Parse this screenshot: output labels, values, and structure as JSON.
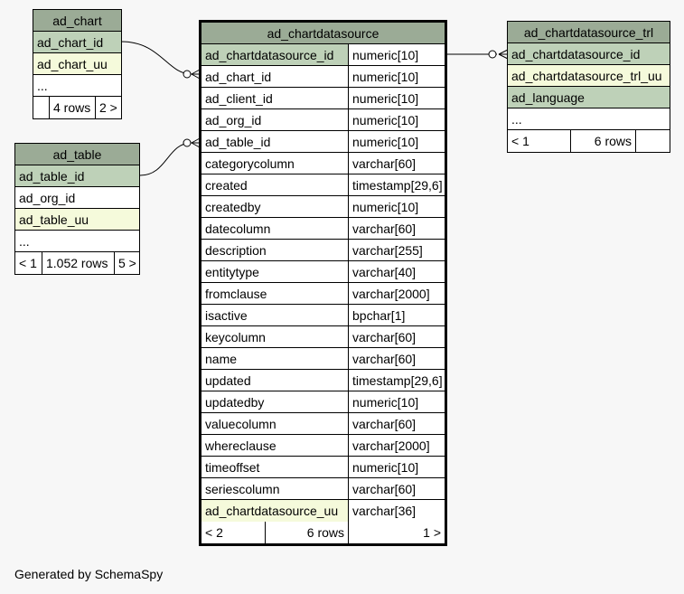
{
  "tables": {
    "ad_chart": {
      "title": "ad_chart",
      "rows": [
        "ad_chart_id",
        "ad_chart_uu",
        "..."
      ],
      "footer": [
        "",
        "4 rows",
        "2 >"
      ]
    },
    "ad_table": {
      "title": "ad_table",
      "rows": [
        "ad_table_id",
        "ad_org_id",
        "ad_table_uu",
        "..."
      ],
      "footer": [
        "< 1",
        "1.052 rows",
        "5 >"
      ]
    },
    "ad_chartdatasource": {
      "title": "ad_chartdatasource",
      "columns": [
        {
          "name": "ad_chartdatasource_id",
          "type": "numeric[10]"
        },
        {
          "name": "ad_chart_id",
          "type": "numeric[10]"
        },
        {
          "name": "ad_client_id",
          "type": "numeric[10]"
        },
        {
          "name": "ad_org_id",
          "type": "numeric[10]"
        },
        {
          "name": "ad_table_id",
          "type": "numeric[10]"
        },
        {
          "name": "categorycolumn",
          "type": "varchar[60]"
        },
        {
          "name": "created",
          "type": "timestamp[29,6]"
        },
        {
          "name": "createdby",
          "type": "numeric[10]"
        },
        {
          "name": "datecolumn",
          "type": "varchar[60]"
        },
        {
          "name": "description",
          "type": "varchar[255]"
        },
        {
          "name": "entitytype",
          "type": "varchar[40]"
        },
        {
          "name": "fromclause",
          "type": "varchar[2000]"
        },
        {
          "name": "isactive",
          "type": "bpchar[1]"
        },
        {
          "name": "keycolumn",
          "type": "varchar[60]"
        },
        {
          "name": "name",
          "type": "varchar[60]"
        },
        {
          "name": "updated",
          "type": "timestamp[29,6]"
        },
        {
          "name": "updatedby",
          "type": "numeric[10]"
        },
        {
          "name": "valuecolumn",
          "type": "varchar[60]"
        },
        {
          "name": "whereclause",
          "type": "varchar[2000]"
        },
        {
          "name": "timeoffset",
          "type": "numeric[10]"
        },
        {
          "name": "seriescolumn",
          "type": "varchar[60]"
        },
        {
          "name": "ad_chartdatasource_uu",
          "type": "varchar[36]"
        }
      ],
      "footer": [
        "< 2",
        "6 rows",
        "1 >"
      ]
    },
    "ad_chartdatasource_trl": {
      "title": "ad_chartdatasource_trl",
      "rows": [
        "ad_chartdatasource_id",
        "ad_chartdatasource_trl_uu",
        "ad_language",
        "..."
      ],
      "footer": [
        "< 1",
        "6 rows",
        ""
      ]
    }
  },
  "colors": {
    "title": "#9bab96",
    "primary_key": "#bed1b8",
    "indexed": "#f5fadb",
    "background": "#f7f7f7"
  },
  "footer_text": "Generated by SchemaSpy"
}
